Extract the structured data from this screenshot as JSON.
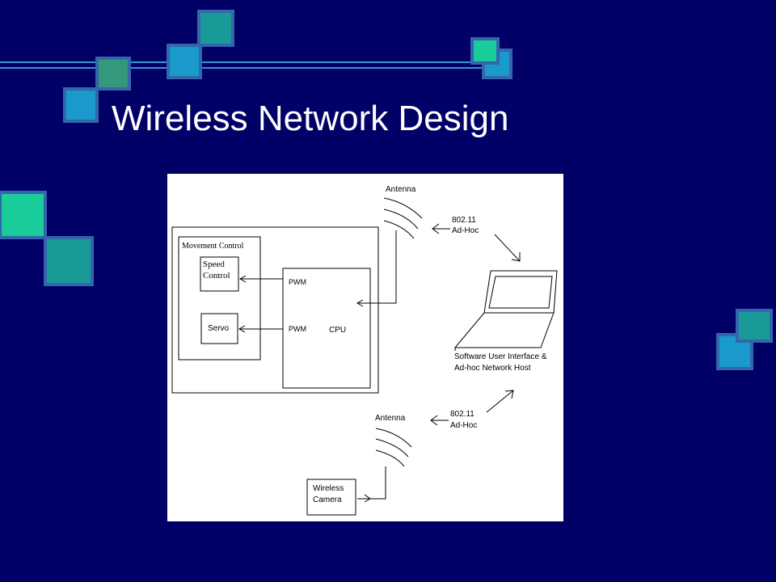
{
  "slide": {
    "title": "Wireless Network Design",
    "background_color": "#000066"
  },
  "diagram": {
    "movement_control_label": "Movement Control",
    "speed_control_line1": "Speed",
    "speed_control_line2": "Control",
    "servo_label": "Servo",
    "pwm_top_label": "PWM",
    "pwm_bottom_label": "PWM",
    "cpu_label": "CPU",
    "antenna_top_label": "Antenna",
    "antenna_bottom_label": "Antenna",
    "protocol_top_line1": "802.11",
    "protocol_top_line2": "Ad-Hoc",
    "protocol_bottom_line1": "802.11",
    "protocol_bottom_line2": "Ad-Hoc",
    "laptop_caption_line1": "Software User Interface &",
    "laptop_caption_line2": "Ad-hoc Network Host",
    "camera_line1": "Wireless",
    "camera_line2": "Camera"
  }
}
